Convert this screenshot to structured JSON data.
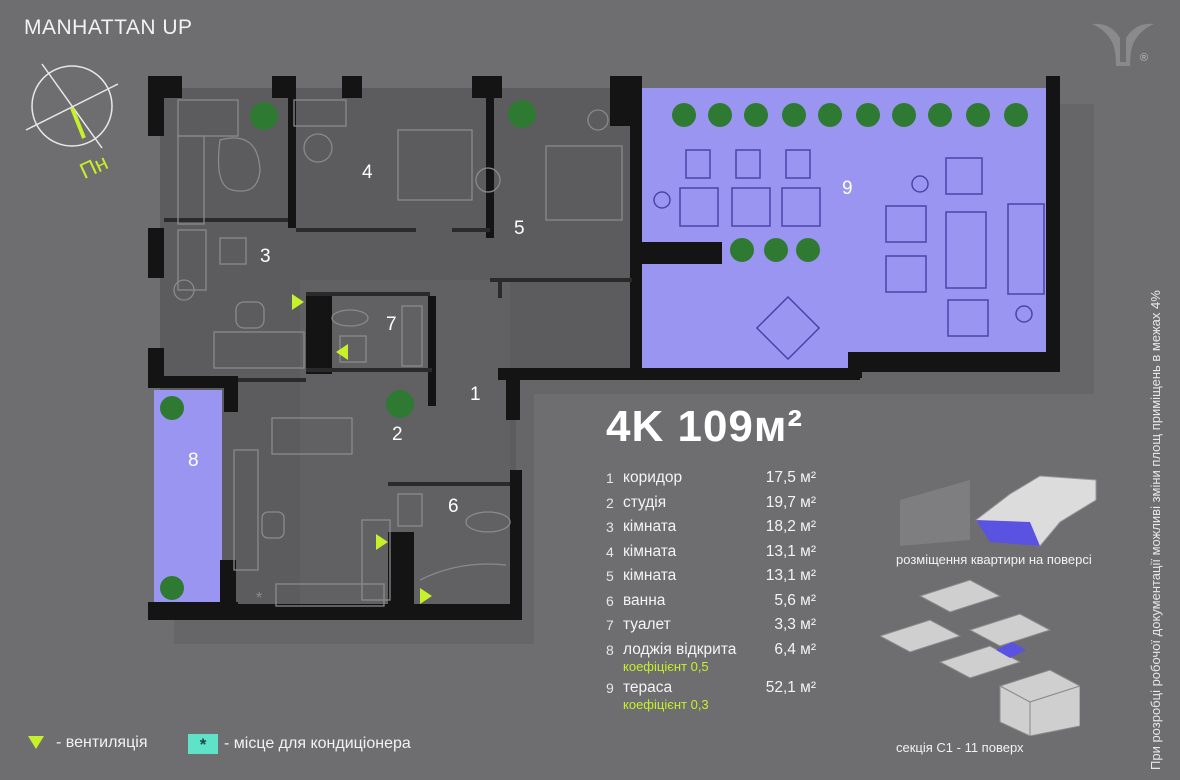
{
  "brand": "MANHATTAN UP",
  "logo_mark": "®",
  "compass": {
    "label": "Пн"
  },
  "apartment_title": "4K 109м²",
  "room_labels": [
    "1",
    "2",
    "3",
    "4",
    "5",
    "6",
    "7",
    "8",
    "9"
  ],
  "rooms": [
    {
      "num": "1",
      "name": "коридор",
      "area": "17,5 м²",
      "coef": ""
    },
    {
      "num": "2",
      "name": "студія",
      "area": "19,7 м²",
      "coef": ""
    },
    {
      "num": "3",
      "name": "кімната",
      "area": "18,2 м²",
      "coef": ""
    },
    {
      "num": "4",
      "name": "кімната",
      "area": "13,1 м²",
      "coef": ""
    },
    {
      "num": "5",
      "name": "кімната",
      "area": "13,1 м²",
      "coef": ""
    },
    {
      "num": "6",
      "name": "ванна",
      "area": "5,6 м²",
      "coef": ""
    },
    {
      "num": "7",
      "name": "туалет",
      "area": "3,3 м²",
      "coef": ""
    },
    {
      "num": "8",
      "name": "лоджія відкрита",
      "area": "6,4 м²",
      "coef": "коефіцієнт 0,5"
    },
    {
      "num": "9",
      "name": "тераса",
      "area": "52,1 м²",
      "coef": "коефіцієнт 0,3"
    }
  ],
  "legend": {
    "ventilation": "- вентиляція",
    "ac_symbol": "*",
    "ac_place": "- місце для кондиціонера"
  },
  "floor_caption": "розміщення квартири на поверсі",
  "section_caption": "секція С1 - 11 поверх",
  "note": "При розробці робочої документації можливі зміни площ приміщень в межах 4%",
  "colors": {
    "background": "#6e6e70",
    "wall": "#141414",
    "floor": "#5a5a5c",
    "highlight": "#9b95f2",
    "accent": "#c5f02a",
    "ac": "#5fe3c8"
  }
}
